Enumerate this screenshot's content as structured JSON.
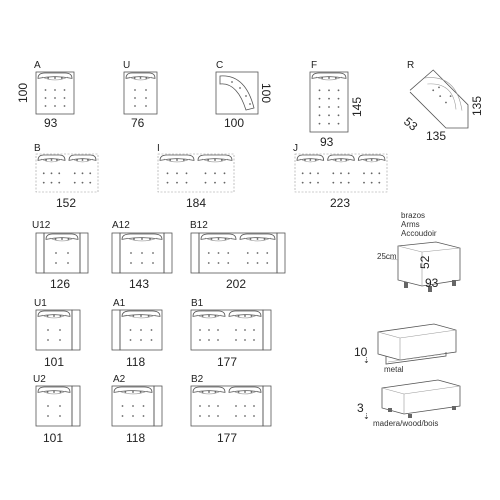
{
  "modules": {
    "A": {
      "label": "A",
      "width": "93",
      "depth": "100"
    },
    "U": {
      "label": "U",
      "width": "76"
    },
    "C": {
      "label": "C",
      "width": "100",
      "depth": "100"
    },
    "F": {
      "label": "F",
      "width": "93",
      "depth": "145"
    },
    "R": {
      "label": "R",
      "width": "135",
      "depth": "135",
      "side": "53"
    },
    "B": {
      "label": "B",
      "width": "152"
    },
    "I": {
      "label": "I",
      "width": "184"
    },
    "J": {
      "label": "J",
      "width": "223"
    },
    "U12": {
      "label": "U12",
      "width": "126"
    },
    "A12": {
      "label": "A12",
      "width": "143"
    },
    "B12": {
      "label": "B12",
      "width": "202"
    },
    "U1": {
      "label": "U1",
      "width": "101"
    },
    "A1": {
      "label": "A1",
      "width": "118"
    },
    "B1": {
      "label": "B1",
      "width": "177"
    },
    "U2": {
      "label": "U2",
      "width": "101"
    },
    "A2": {
      "label": "A2",
      "width": "118"
    },
    "B2": {
      "label": "B2",
      "width": "177"
    }
  },
  "arm": {
    "title_es": "brazos",
    "title_en": "Arms",
    "title_fr": "Accoudoir",
    "thickness": "25cm",
    "height": "52",
    "depth": "93"
  },
  "bases": {
    "metal": {
      "height": "10",
      "label": "metal"
    },
    "wood": {
      "height": "3",
      "label": "madera/wood/bois"
    }
  }
}
